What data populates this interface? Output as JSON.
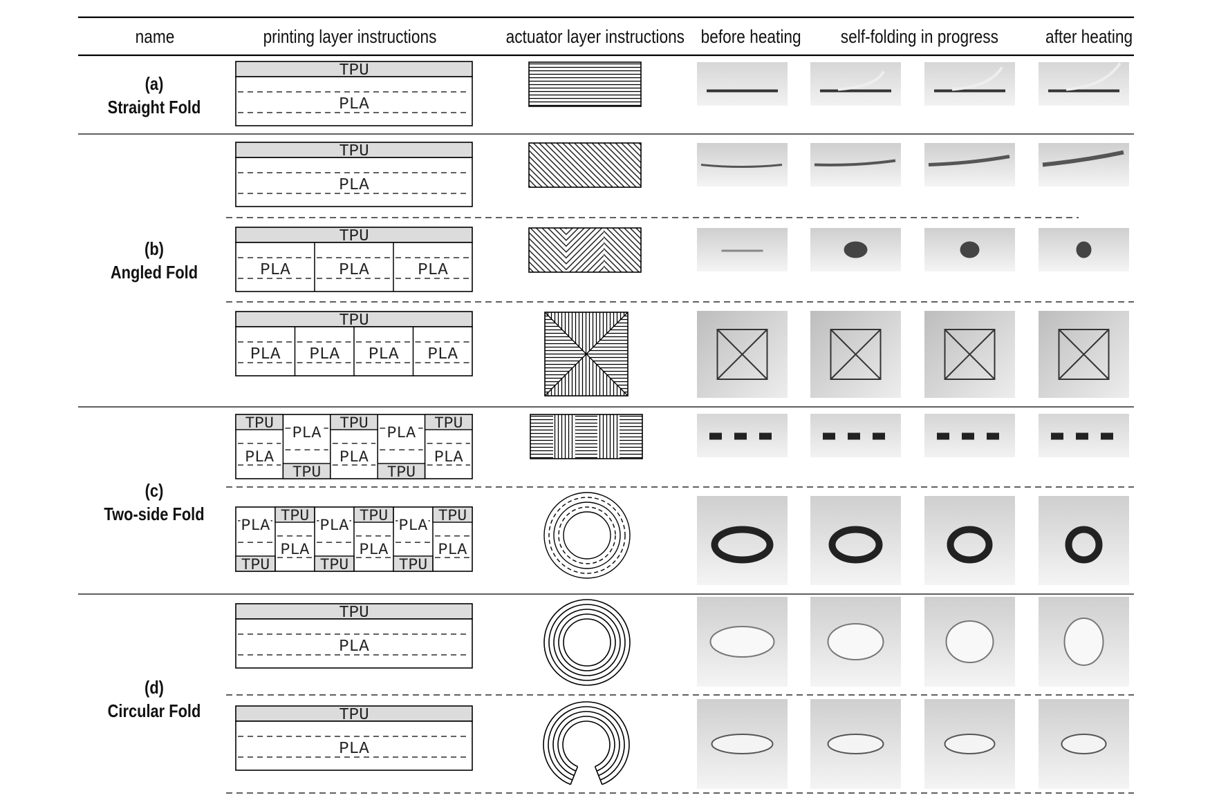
{
  "headers": {
    "name": "name",
    "printing": "printing layer instructions",
    "actuator": "actuator layer instructions",
    "before": "before heating",
    "progress": "self-folding in progress",
    "after": "after heating"
  },
  "rows": [
    {
      "letter": "(a)",
      "name": "Straight Fold"
    },
    {
      "letter": "(b)",
      "name": "Angled Fold"
    },
    {
      "letter": "(c)",
      "name": "Two-side Fold"
    },
    {
      "letter": "(d)",
      "name": "Circular Fold"
    }
  ],
  "materials": {
    "top": "TPU",
    "bottom": "PLA"
  }
}
